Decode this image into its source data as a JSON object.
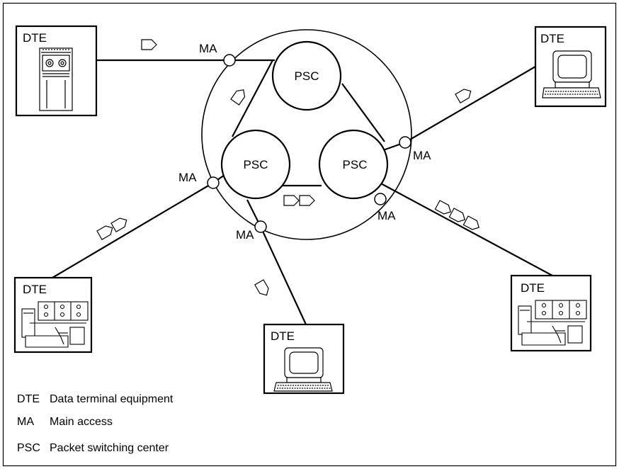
{
  "labels": {
    "dte": "DTE",
    "ma": "MA",
    "psc": "PSC"
  },
  "legend": [
    {
      "abbr": "DTE",
      "text": "Data terminal equipment"
    },
    {
      "abbr": "MA",
      "text": "Main access"
    },
    {
      "abbr": "PSC",
      "text": "Packet switching center"
    }
  ],
  "icons": {
    "mainframe": "mainframe-computer-icon",
    "terminal": "computer-terminal-icon",
    "office": "office-workstation-icon",
    "packet": "data-packet-icon"
  }
}
